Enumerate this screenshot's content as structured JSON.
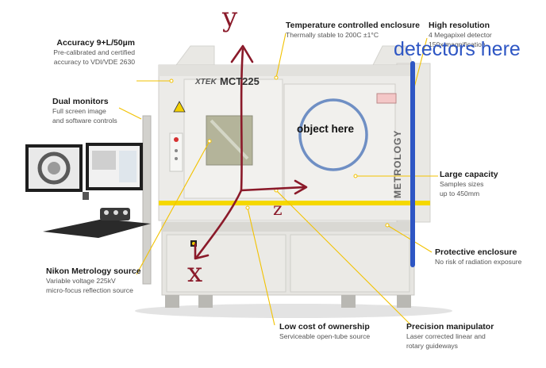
{
  "callouts": {
    "accuracy": {
      "title": "Accuracy 9+L/50µm",
      "line1": "Pre-calibrated and certified",
      "line2": "accuracy to VDI/VDE 2630"
    },
    "dual_monitors": {
      "title": "Dual monitors",
      "line1": "Full screen image",
      "line2": "and software controls"
    },
    "nikon_source": {
      "title": "Nikon Metrology source",
      "line1": "Variable voltage 225kV",
      "line2": "micro-focus reflection source"
    },
    "temperature": {
      "title": "Temperature controlled enclosure",
      "line1": "Thermally stable to 200C ±1°C"
    },
    "high_resolution": {
      "title": "High resolution",
      "line1": "4 Megapixel detector",
      "line2": "150x magnification"
    },
    "large_capacity": {
      "title": "Large capacity",
      "line1": "Samples sizes",
      "line2": "up to 450mm"
    },
    "protective": {
      "title": "Protective enclosure",
      "line1": "No risk of radiation exposure"
    },
    "low_cost": {
      "title": "Low cost of ownership",
      "line1": "Serviceable open-tube source"
    },
    "precision": {
      "title": "Precision manipulator",
      "line1": "Laser corrected linear and",
      "line2": "rotary guideways"
    }
  },
  "annotations": {
    "detectors": "detectors here",
    "object": "object here",
    "axis_y": "y",
    "axis_x": "x",
    "axis_z": "z"
  },
  "machine": {
    "brand": "XTEK",
    "model": "MCT225",
    "side_label": "METROLOGY"
  },
  "colors": {
    "annotation_red": "#8b1a2a",
    "annotation_blue": "#2e56c4",
    "callout_line": "#f2c200",
    "machine_body": "#ecebe8",
    "yellow_stripe": "#f5d800"
  }
}
